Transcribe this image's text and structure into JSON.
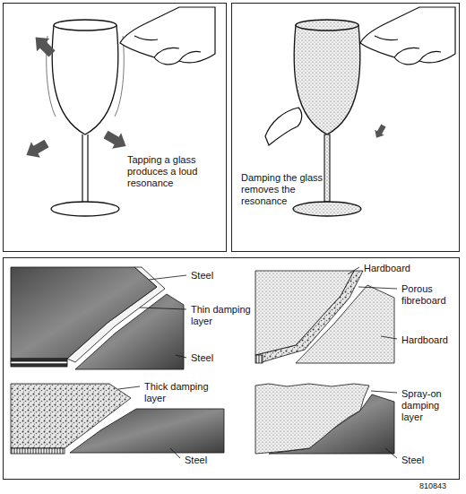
{
  "diagram": {
    "nodes": [
      {
        "text": [
          "Tapping a glass produces a loud resonance"
        ]
      },
      {
        "text": [
          "Damping the glass removes the resonance"
        ]
      },
      {
        "text": [
          "Steel",
          "Thin damping layer",
          "Steel",
          "Hardboard",
          "Porous fibreboard",
          "Hardboard",
          "Thick damping layer",
          "Steel",
          "Spray-on damping layer",
          "Steel"
        ]
      }
    ],
    "labels": [
      "810843"
    ]
  }
}
